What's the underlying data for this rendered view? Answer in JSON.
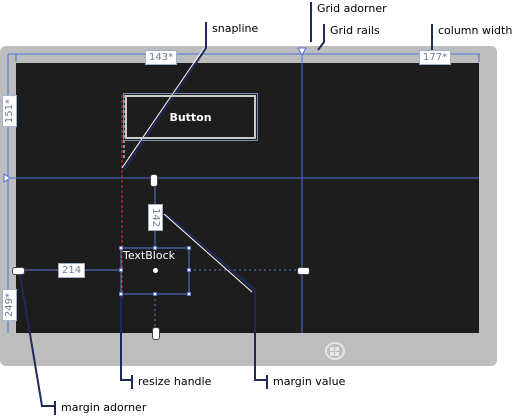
{
  "design_surface": {
    "button_label": "Button",
    "textblock_label": "TextBlock"
  },
  "adorners": {
    "column_width_left": "143*",
    "column_width_right": "177*",
    "row_height_top": "151*",
    "row_height_bottom": "249*",
    "margin_left": "214",
    "margin_top": "142"
  },
  "callouts": {
    "snapline": "snapline",
    "grid_adorner": "Grid adorner",
    "grid_rails": "Grid rails",
    "column_width": "column width",
    "resize_handle": "resize handle",
    "margin_value": "margin value",
    "margin_adorner": "margin adorner"
  },
  "colors": {
    "screen": "#1d1d1d",
    "bezel": "#bdbdbd",
    "grid_line": "#4a6ed6",
    "snapline": "#e03030",
    "callout_line": "#1e2a5a"
  },
  "icons": {
    "start_button": "windows-logo-icon"
  }
}
